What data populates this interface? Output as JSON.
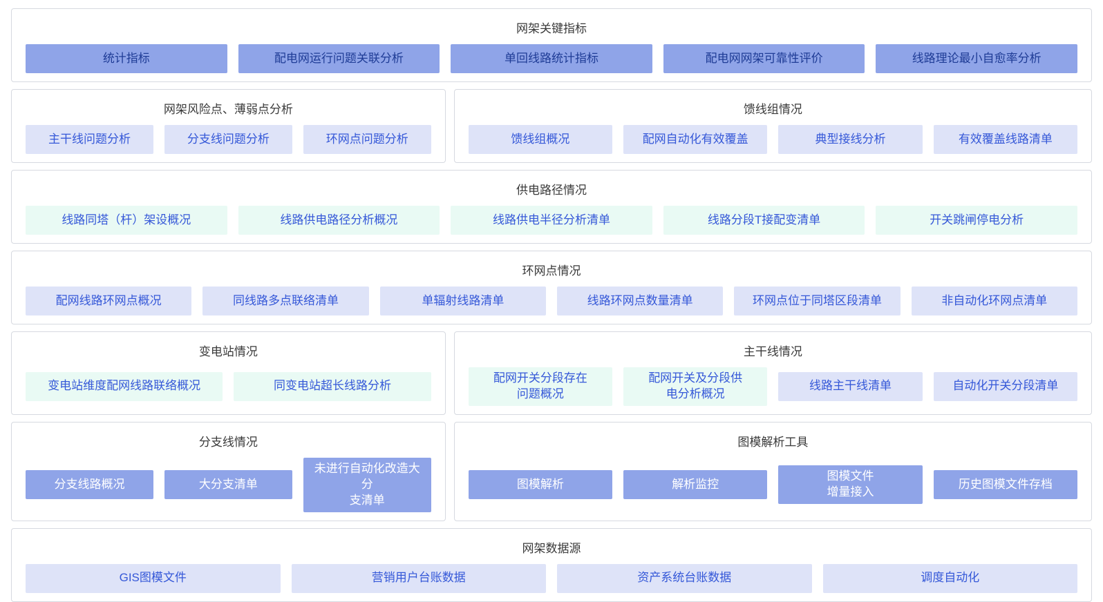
{
  "colors": {
    "solid_button_bg": "#8fa4e8",
    "solid_button_text": "#ffffff",
    "solid_button_dark_text": "#1f3c96",
    "lavender_button_bg": "#dee3f8",
    "mint_button_bg": "#e9faf4",
    "link_blue_text": "#3558d8",
    "panel_border": "#d6d9e0",
    "title_text": "#3a3a3a"
  },
  "rows": [
    {
      "panels": [
        {
          "title": "网架关键指标",
          "buttons": [
            {
              "label": "统计指标",
              "variant": "solid-dark"
            },
            {
              "label": "配电网运行问题关联分析",
              "variant": "solid-dark"
            },
            {
              "label": "单回线路统计指标",
              "variant": "solid-dark"
            },
            {
              "label": "配电网网架可靠性评价",
              "variant": "solid-dark"
            },
            {
              "label": "线路理论最小自愈率分析",
              "variant": "solid-dark"
            }
          ]
        }
      ]
    },
    {
      "panels": [
        {
          "title": "网架风险点、薄弱点分析",
          "buttons": [
            {
              "label": "主干线问题分析",
              "variant": "lavender"
            },
            {
              "label": "分支线问题分析",
              "variant": "lavender"
            },
            {
              "label": "环网点问题分析",
              "variant": "lavender"
            }
          ]
        },
        {
          "title": "馈线组情况",
          "buttons": [
            {
              "label": "馈线组概况",
              "variant": "lavender"
            },
            {
              "label": "配网自动化有效覆盖",
              "variant": "lavender"
            },
            {
              "label": "典型接线分析",
              "variant": "lavender"
            },
            {
              "label": "有效覆盖线路清单",
              "variant": "lavender"
            }
          ]
        }
      ]
    },
    {
      "panels": [
        {
          "title": "供电路径情况",
          "buttons": [
            {
              "label": "线路同塔（杆）架设概况",
              "variant": "mint"
            },
            {
              "label": "线路供电路径分析概况",
              "variant": "mint"
            },
            {
              "label": "线路供电半径分析清单",
              "variant": "mint"
            },
            {
              "label": "线路分段T接配变清单",
              "variant": "mint"
            },
            {
              "label": "开关跳闸停电分析",
              "variant": "mint"
            }
          ]
        }
      ]
    },
    {
      "panels": [
        {
          "title": "环网点情况",
          "buttons": [
            {
              "label": "配网线路环网点概况",
              "variant": "lavender"
            },
            {
              "label": "同线路多点联络清单",
              "variant": "lavender"
            },
            {
              "label": "单辐射线路清单",
              "variant": "lavender"
            },
            {
              "label": "线路环网点数量清单",
              "variant": "lavender"
            },
            {
              "label": "环网点位于同塔区段清单",
              "variant": "lavender"
            },
            {
              "label": "非自动化环网点清单",
              "variant": "lavender"
            }
          ]
        }
      ]
    },
    {
      "panels": [
        {
          "title": "变电站情况",
          "buttons": [
            {
              "label": "变电站维度配网线路联络概况",
              "variant": "mint"
            },
            {
              "label": "同变电站超长线路分析",
              "variant": "mint"
            }
          ]
        },
        {
          "title": "主干线情况",
          "buttons": [
            {
              "label": "配网开关分段存在\n问题概况",
              "variant": "mint"
            },
            {
              "label": "配网开关及分段供\n电分析概况",
              "variant": "mint"
            },
            {
              "label": "线路主干线清单",
              "variant": "lavender"
            },
            {
              "label": "自动化开关分段清单",
              "variant": "lavender"
            }
          ]
        }
      ]
    },
    {
      "panels": [
        {
          "title": "分支线情况",
          "buttons": [
            {
              "label": "分支线路概况",
              "variant": "solid"
            },
            {
              "label": "大分支清单",
              "variant": "solid"
            },
            {
              "label": "未进行自动化改造大分\n支清单",
              "variant": "solid"
            }
          ]
        },
        {
          "title": "图模解析工具",
          "buttons": [
            {
              "label": "图模解析",
              "variant": "solid"
            },
            {
              "label": "解析监控",
              "variant": "solid"
            },
            {
              "label": "图模文件\n增量接入",
              "variant": "solid"
            },
            {
              "label": "历史图模文件存档",
              "variant": "solid"
            }
          ]
        }
      ]
    },
    {
      "panels": [
        {
          "title": "网架数据源",
          "buttons": [
            {
              "label": "GIS图模文件",
              "variant": "lavender"
            },
            {
              "label": "营销用户台账数据",
              "variant": "lavender"
            },
            {
              "label": "资产系统台账数据",
              "variant": "lavender"
            },
            {
              "label": "调度自动化",
              "variant": "lavender"
            }
          ]
        }
      ]
    }
  ]
}
